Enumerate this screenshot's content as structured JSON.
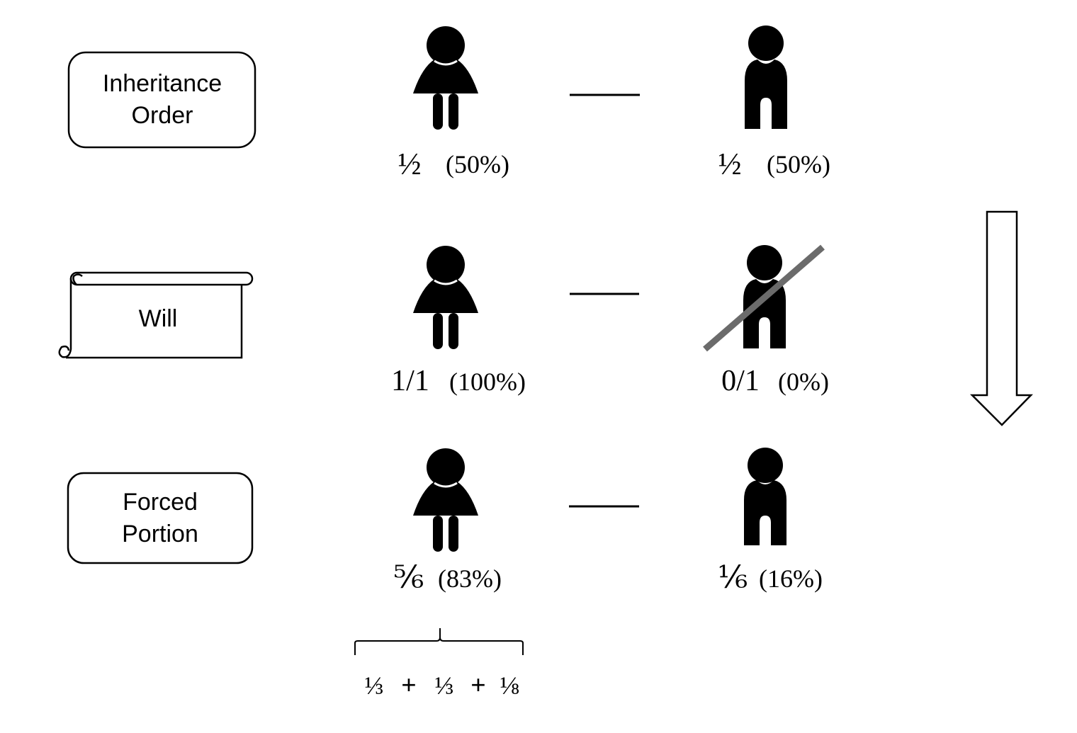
{
  "rows": [
    {
      "label_lines": [
        "Inheritance",
        "Order"
      ],
      "female_share": {
        "fraction": "½",
        "percent": "(50%)"
      },
      "male_share": {
        "fraction": "½",
        "percent": "(50%)"
      },
      "male_excluded": false
    },
    {
      "label_lines": [
        "Will"
      ],
      "female_share": {
        "fraction": "1/1",
        "percent": "(100%)"
      },
      "male_share": {
        "fraction": "0/1",
        "percent": "(0%)"
      },
      "male_excluded": true
    },
    {
      "label_lines": [
        "Forced",
        "Portion"
      ],
      "female_share": {
        "fraction": "⅚",
        "percent": "(83%)"
      },
      "male_share": {
        "fraction": "⅙",
        "percent": "(16%)"
      },
      "male_excluded": false
    }
  ],
  "breakdown": {
    "terms": [
      "⅓",
      "+",
      "⅓",
      "+",
      "⅛"
    ]
  },
  "icons": {
    "female": "female-person-icon",
    "male": "male-person-icon",
    "scroll": "scroll-icon",
    "arrow": "down-arrow-icon",
    "strike": "strike-through-line"
  },
  "colors": {
    "ink": "#000000",
    "strike": "#6b6b6b",
    "background": "#ffffff"
  }
}
